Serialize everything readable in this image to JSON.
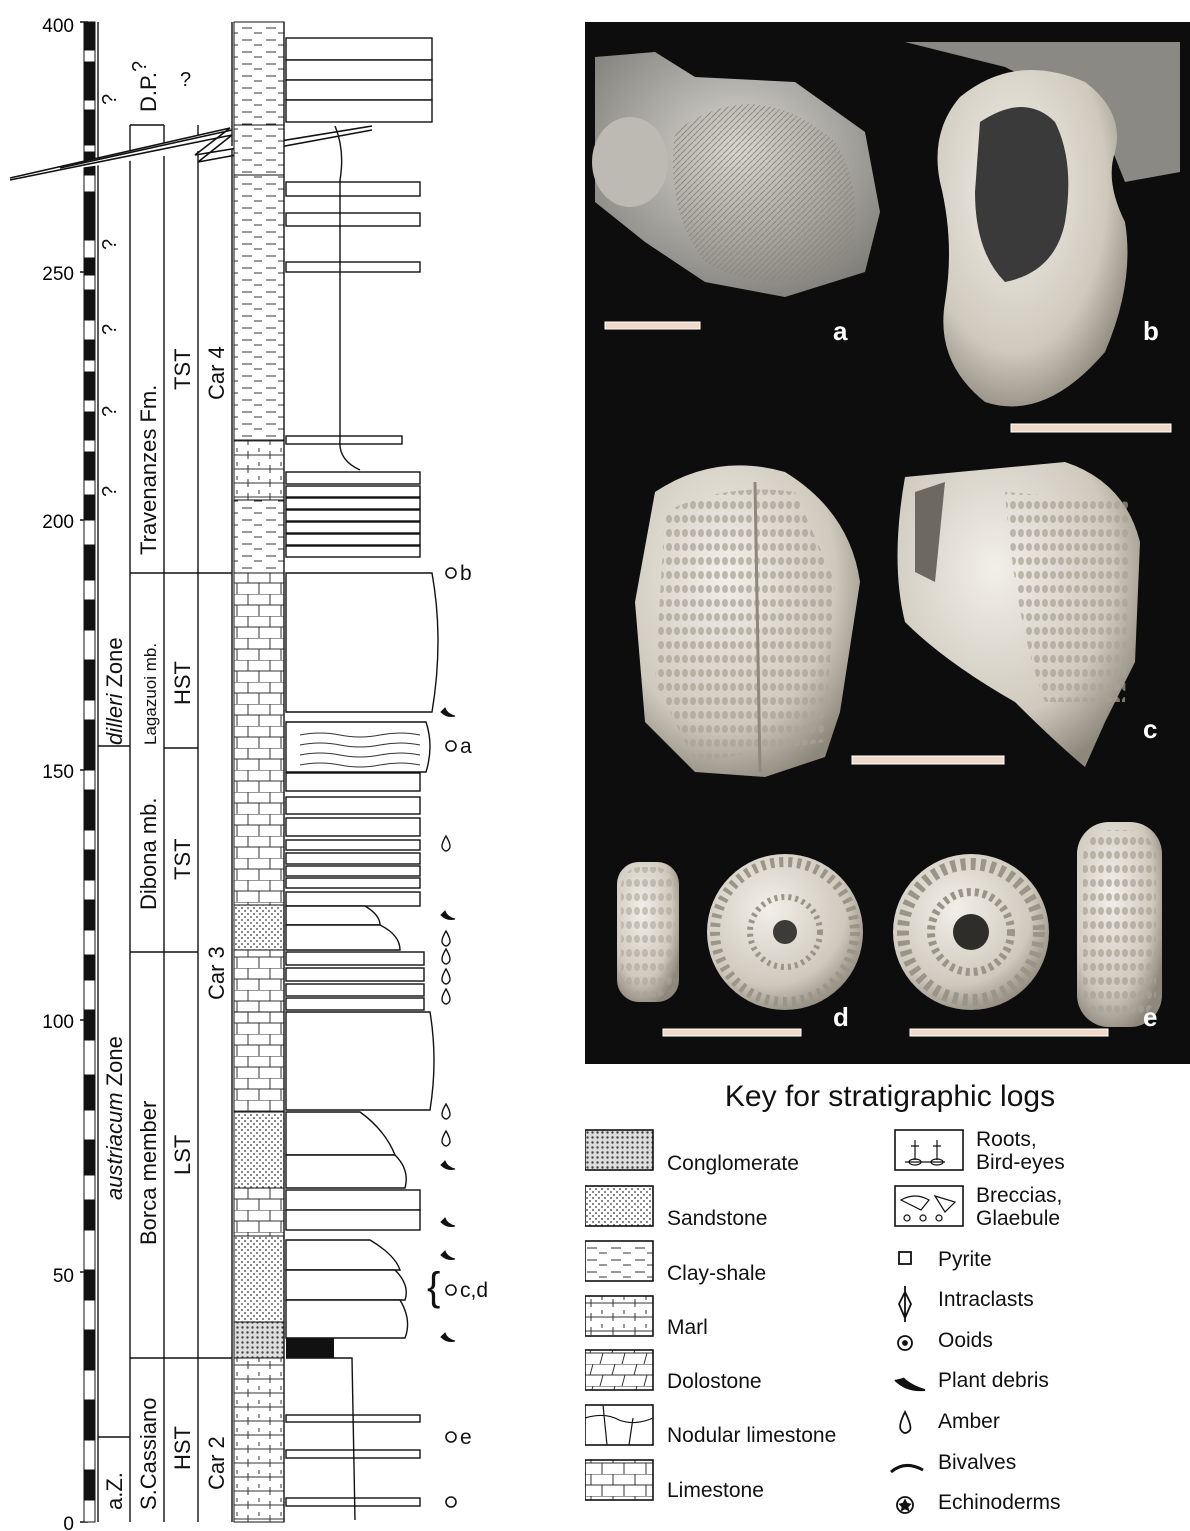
{
  "column": {
    "depth_ticks": [
      "0",
      "50",
      "100",
      "150",
      "200",
      "250",
      "400"
    ],
    "depth_scale_max": 400,
    "units": {
      "ammonoid_zones": [
        "a.Z.",
        "austriacum Zone",
        "dilleri Zone",
        "D.P."
      ],
      "zone_italic": [
        "austriacum",
        "dilleri"
      ],
      "zone_suffix": [
        "Zone",
        "Zone"
      ],
      "formations": [
        "S.Cassiano",
        "Borca member",
        "Dibona mb.",
        "Lagazuoi mb.",
        "Travenanzes Fm."
      ],
      "systems_tracts": [
        "HST",
        "LST",
        "TST",
        "HST",
        "TST"
      ],
      "sequences": [
        "Car 2",
        "Car 3",
        "Car 4"
      ],
      "unknown_mark": "?"
    },
    "sample_markers": [
      "b",
      "a",
      "c,d",
      "e"
    ]
  },
  "photo_panel": {
    "labels": [
      "a",
      "b",
      "c",
      "d",
      "e"
    ]
  },
  "key": {
    "title": "Key for stratigraphic logs",
    "lithologies": [
      "Conglomerate",
      "Sandstone",
      "Clay-shale",
      "Marl",
      "Dolostone",
      "Nodular limestone",
      "Limestone"
    ],
    "symbols": [
      {
        "label": "Roots,",
        "label2": "Bird-eyes"
      },
      {
        "label": "Breccias,",
        "label2": "Glaebule"
      },
      {
        "label": "Pyrite"
      },
      {
        "label": "Intraclasts"
      },
      {
        "label": "Ooids"
      },
      {
        "label": "Plant debris"
      },
      {
        "label": "Amber"
      },
      {
        "label": "Bivalves"
      },
      {
        "label": "Echinoderms"
      }
    ]
  }
}
